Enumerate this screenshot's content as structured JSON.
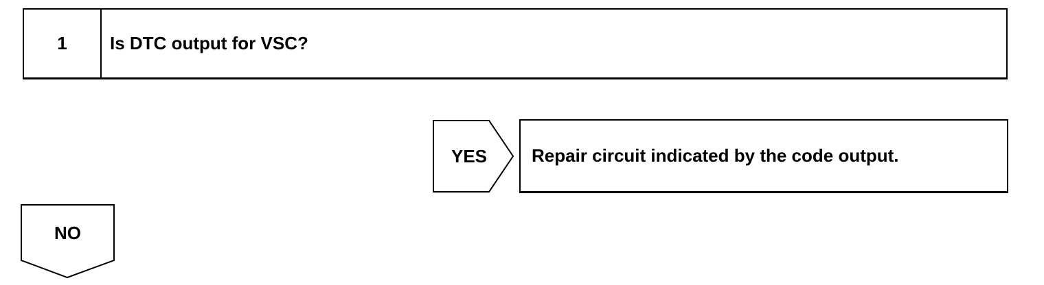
{
  "step": {
    "number": "1",
    "question": "Is DTC output for VSC?"
  },
  "yes_branch": {
    "label": "YES",
    "result": "Repair circuit indicated by the code output."
  },
  "no_branch": {
    "label": "NO"
  }
}
